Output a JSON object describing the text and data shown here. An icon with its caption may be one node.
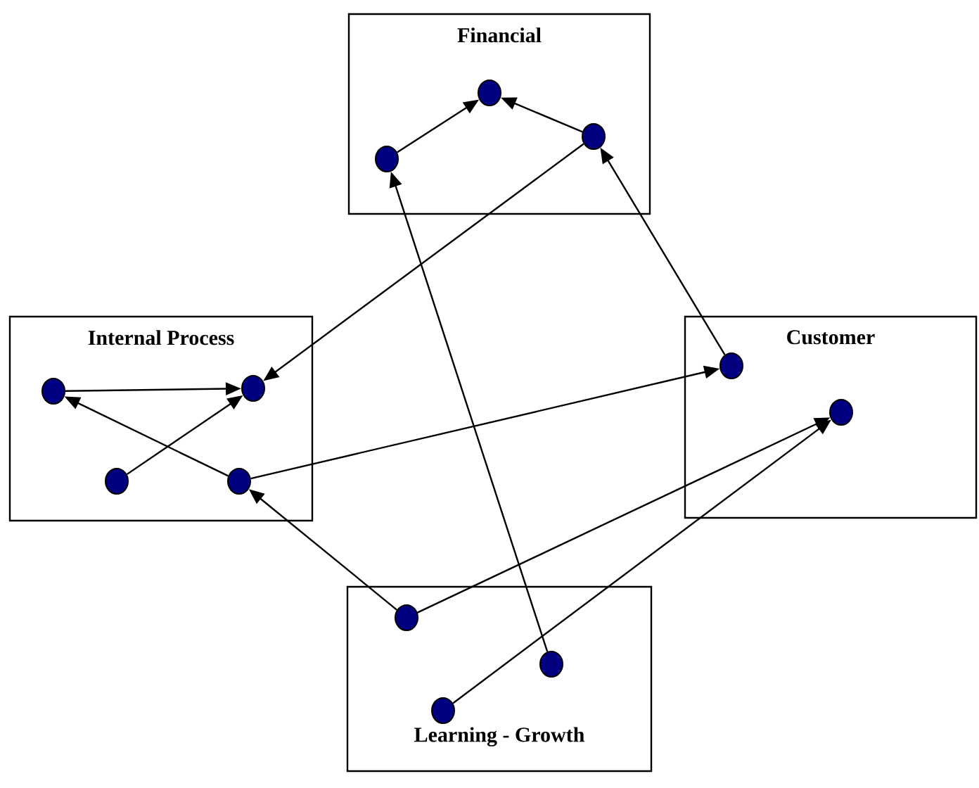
{
  "diagram": {
    "nodes": [
      {
        "text": [
          "Financial"
        ]
      },
      {
        "text": [],
        "shape": "circle",
        "in": 0
      },
      {
        "text": [],
        "shape": "circle",
        "in": 0
      },
      {
        "text": [],
        "shape": "circle",
        "in": 0
      },
      {
        "text": [
          "Internal Process"
        ]
      },
      {
        "text": [],
        "shape": "circle",
        "in": 4
      },
      {
        "text": [],
        "shape": "circle",
        "in": 4
      },
      {
        "text": [],
        "shape": "circle",
        "in": 4
      },
      {
        "text": [],
        "shape": "circle",
        "in": 4
      },
      {
        "text": [
          "Customer"
        ]
      },
      {
        "text": [],
        "shape": "circle",
        "in": 9
      },
      {
        "text": [],
        "shape": "circle",
        "in": 9
      },
      {
        "text": [
          "Learning - Growth"
        ]
      },
      {
        "text": [],
        "shape": "circle",
        "in": 12
      },
      {
        "text": [],
        "shape": "circle",
        "in": 12
      },
      {
        "text": [],
        "shape": "circle",
        "in": 12
      }
    ],
    "edges": [
      {
        "from": 1,
        "to": 2,
        "arrow": "to"
      },
      {
        "from": 3,
        "to": 2,
        "arrow": "to"
      },
      {
        "from": 14,
        "to": 1,
        "arrow": "to"
      },
      {
        "from": 3,
        "to": 6,
        "arrow": "to"
      },
      {
        "from": 10,
        "to": 3,
        "arrow": "to"
      },
      {
        "from": 5,
        "to": 6,
        "arrow": "to"
      },
      {
        "from": 7,
        "to": 6,
        "arrow": "to"
      },
      {
        "from": 8,
        "to": 5,
        "arrow": "to"
      },
      {
        "from": 8,
        "to": 10,
        "arrow": "to"
      },
      {
        "from": 13,
        "to": 8,
        "arrow": "to"
      },
      {
        "from": 13,
        "to": 11,
        "arrow": "to"
      },
      {
        "from": 15,
        "to": 11,
        "arrow": "to"
      }
    ]
  }
}
